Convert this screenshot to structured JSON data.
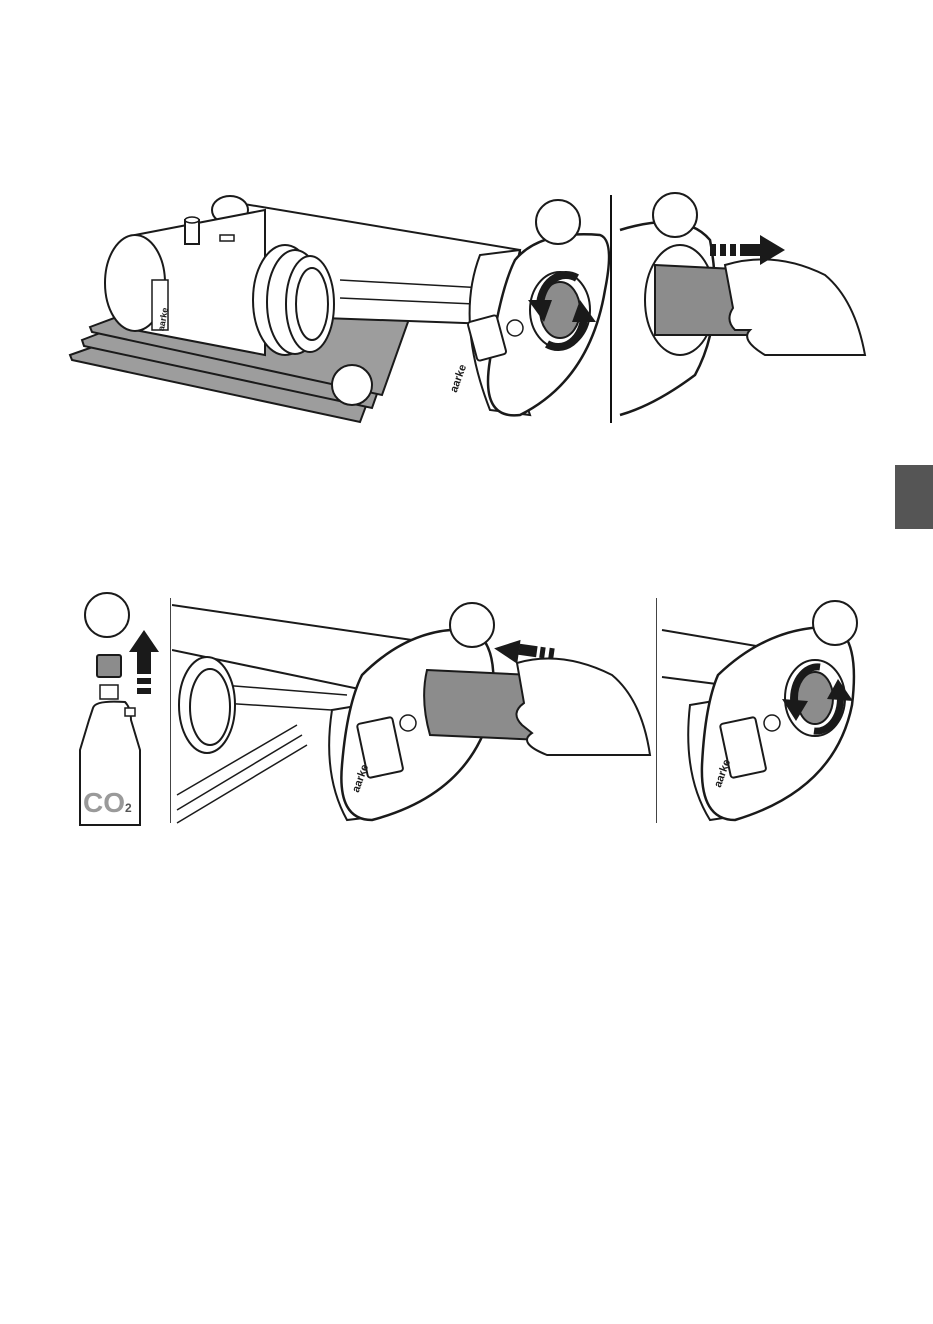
{
  "brand": {
    "logo_text": "aarke"
  },
  "cylinder": {
    "label_main": "CO",
    "label_sub": "2"
  },
  "colors": {
    "line": "#1a1a1a",
    "fill_light": "#ffffff",
    "fill_grey": "#8c8c8c",
    "fill_mid": "#b8b8b8",
    "cloth": "#9d9d9d",
    "tab": "#555555"
  },
  "icons": {
    "rotate": "rotate-arrows-icon",
    "push": "push-arrow-icon",
    "pull": "pull-arrow-icon",
    "up": "up-arrow-icon"
  }
}
